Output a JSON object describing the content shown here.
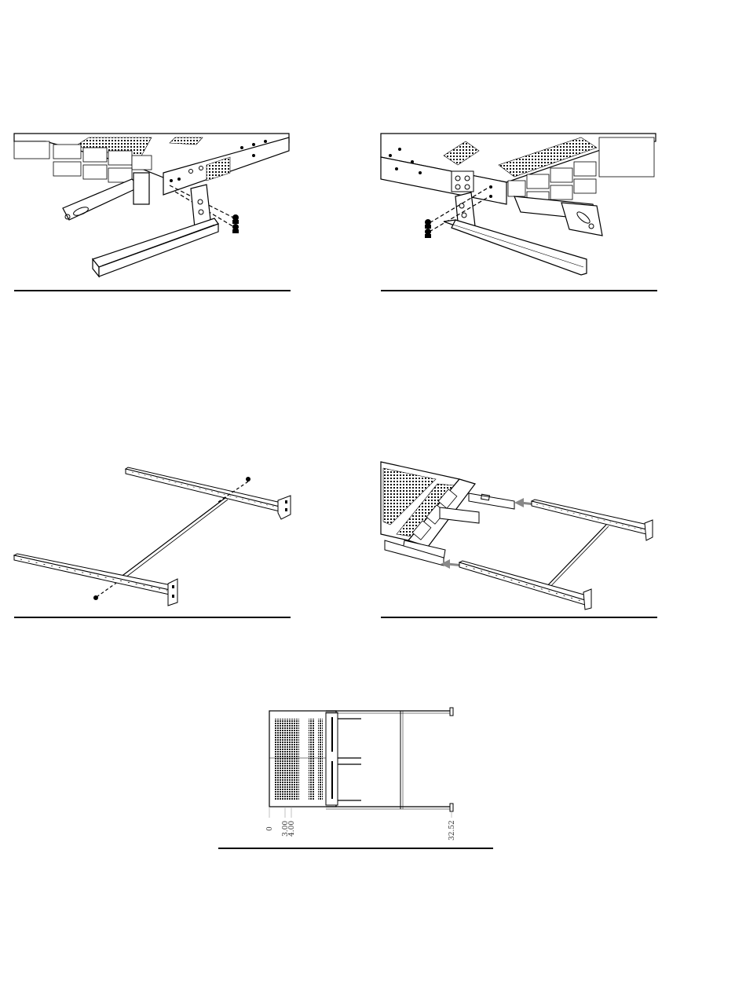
{
  "figures": [
    {
      "id": "fig-1"
    },
    {
      "id": "fig-2"
    },
    {
      "id": "fig-3"
    },
    {
      "id": "fig-4"
    },
    {
      "id": "fig-5"
    }
  ],
  "dimension_labels": {
    "zero": "0",
    "d1": "3.00",
    "d2": "4.00",
    "d3": "32.52"
  },
  "colors": {
    "ink": "#000000",
    "hatch": "#1a1a1a",
    "paper": "#ffffff",
    "gray": "#888888"
  }
}
